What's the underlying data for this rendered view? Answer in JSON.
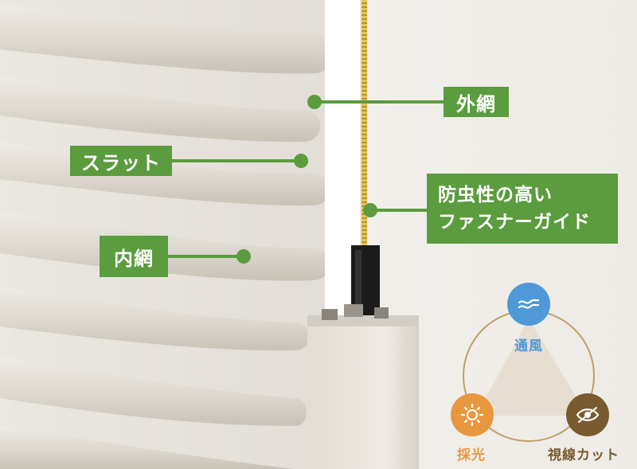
{
  "callouts": {
    "outer_net": "外網",
    "slat": "スラット",
    "inner_net": "内網",
    "fastener_guide": [
      "防虫性の高い",
      "ファスナーガイド"
    ]
  },
  "features": {
    "ventilation": {
      "label": "通風",
      "color": "#4f9ad6",
      "icon": "wind-icon"
    },
    "daylight": {
      "label": "採光",
      "color": "#e8973e",
      "icon": "sun-icon"
    },
    "privacy": {
      "label": "視線カット",
      "color": "#7a5a2f",
      "icon": "eye-icon"
    }
  },
  "colors": {
    "label_green": "#5a9c3e",
    "triangle_ring": "#bfa06a",
    "fastener_yellow": "#d8b24a"
  }
}
